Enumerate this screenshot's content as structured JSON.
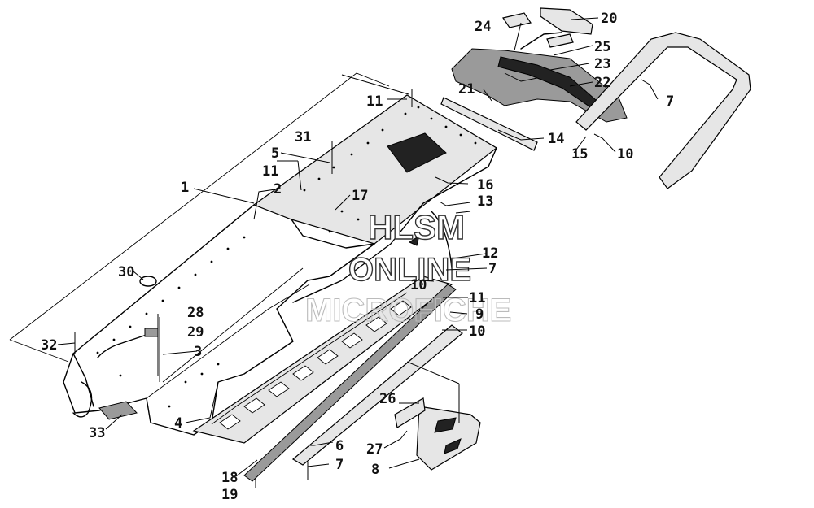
{
  "watermark": {
    "line1": "HLSM",
    "line2": "ONLINE",
    "line3": "MICROFICHE"
  },
  "callouts": [
    {
      "id": "c1",
      "label": "1"
    },
    {
      "id": "c2",
      "label": "2"
    },
    {
      "id": "c3",
      "label": "3"
    },
    {
      "id": "c4",
      "label": "4"
    },
    {
      "id": "c5",
      "label": "5"
    },
    {
      "id": "c6",
      "label": "6"
    },
    {
      "id": "c7a",
      "label": "7"
    },
    {
      "id": "c7b",
      "label": "7"
    },
    {
      "id": "c7c",
      "label": "7"
    },
    {
      "id": "c8",
      "label": "8"
    },
    {
      "id": "c9",
      "label": "9"
    },
    {
      "id": "c10a",
      "label": "10"
    },
    {
      "id": "c10b",
      "label": "10"
    },
    {
      "id": "c10c",
      "label": "10"
    },
    {
      "id": "c11a",
      "label": "11"
    },
    {
      "id": "c11b",
      "label": "11"
    },
    {
      "id": "c11c",
      "label": "11"
    },
    {
      "id": "c12",
      "label": "12"
    },
    {
      "id": "c13",
      "label": "13"
    },
    {
      "id": "c14",
      "label": "14"
    },
    {
      "id": "c15",
      "label": "15"
    },
    {
      "id": "c16",
      "label": "16"
    },
    {
      "id": "c17",
      "label": "17"
    },
    {
      "id": "c18",
      "label": "18"
    },
    {
      "id": "c19",
      "label": "19"
    },
    {
      "id": "c20",
      "label": "20"
    },
    {
      "id": "c21",
      "label": "21"
    },
    {
      "id": "c22",
      "label": "22"
    },
    {
      "id": "c23",
      "label": "23"
    },
    {
      "id": "c24",
      "label": "24"
    },
    {
      "id": "c25",
      "label": "25"
    },
    {
      "id": "c26",
      "label": "26"
    },
    {
      "id": "c27",
      "label": "27"
    },
    {
      "id": "c28",
      "label": "28"
    },
    {
      "id": "c29",
      "label": "29"
    },
    {
      "id": "c30",
      "label": "30"
    },
    {
      "id": "c31",
      "label": "31"
    },
    {
      "id": "c32",
      "label": "32"
    },
    {
      "id": "c33",
      "label": "33"
    }
  ]
}
